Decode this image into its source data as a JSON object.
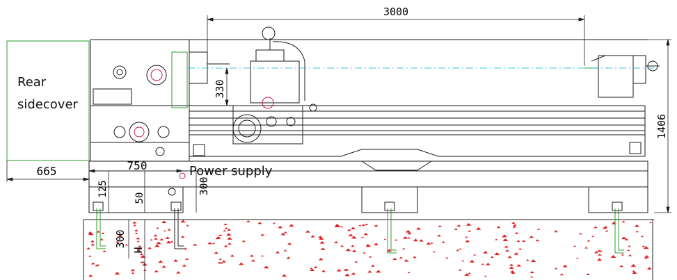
{
  "labels": {
    "rear_sidecover": [
      "Rear",
      "sidecover"
    ],
    "power_supply": "Power supply"
  },
  "dimensions": {
    "overall_center_distance": "3000",
    "overall_height": "1406",
    "rear_offset": "665",
    "base_to_supply": "750",
    "spindle_height": "330",
    "foundation_step_1": "125",
    "foundation_step_2": "50",
    "plinth_height": "300",
    "bolt_depth": "300",
    "foundation_depth": "H"
  },
  "colors": {
    "line": "#1a1a1a",
    "center_line": "#00b7c7",
    "highlight": "#2e9e2e",
    "hatch": "#e02020",
    "accent": "#d01060"
  }
}
